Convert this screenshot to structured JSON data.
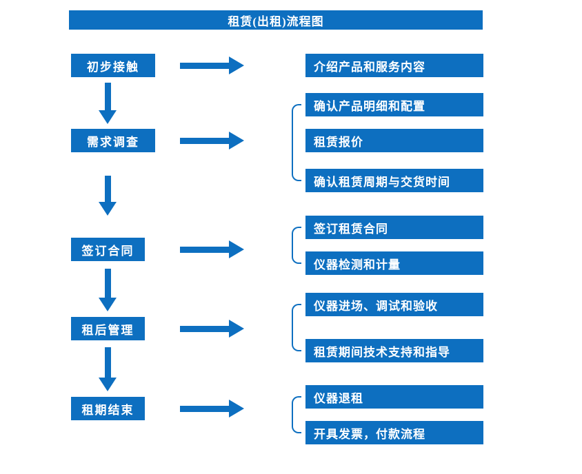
{
  "title": "租赁(出租)流程图",
  "colors": {
    "primary": "#0d6fc0",
    "text_on_primary": "#ffffff",
    "background": "#ffffff"
  },
  "stages": [
    {
      "label": "初步接触",
      "details": [
        "介绍产品和服务内容"
      ]
    },
    {
      "label": "需求调查",
      "details": [
        "确认产品明细和配置",
        "租赁报价",
        "确认租赁周期与交货时间"
      ]
    },
    {
      "label": "签订合同",
      "details": [
        "签订租赁合同",
        "仪器检测和计量"
      ]
    },
    {
      "label": "租后管理",
      "details": [
        "仪器进场、调试和验收",
        "租赁期间技术支持和指导"
      ]
    },
    {
      "label": "租期结束",
      "details": [
        "仪器退租",
        "开具发票，付款流程"
      ]
    }
  ]
}
